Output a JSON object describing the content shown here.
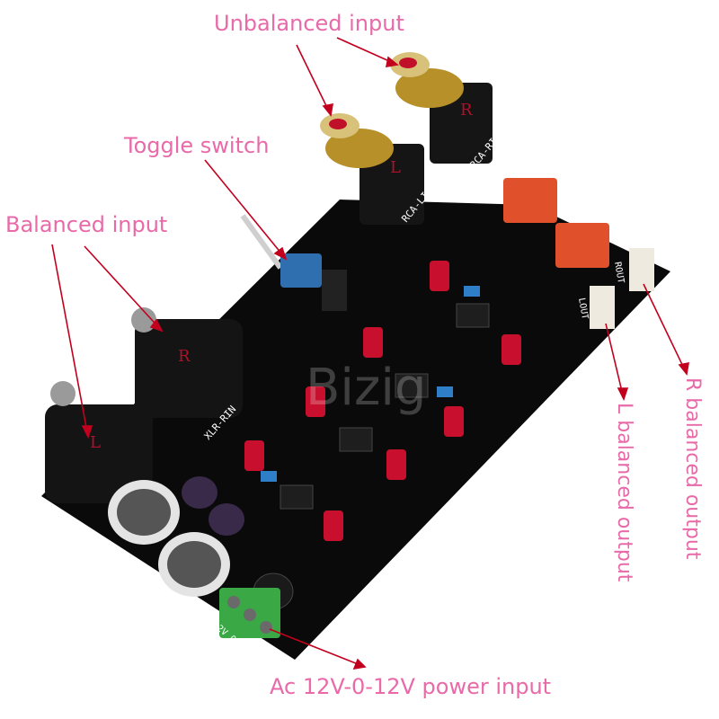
{
  "annotations": {
    "unbalanced_input": "Unbalanced input",
    "toggle_switch": "Toggle switch",
    "balanced_input": "Balanced input",
    "l_balanced_output": "L balanced output",
    "r_balanced_output": "R balanced output",
    "power_input": "Ac 12V-0-12V power input"
  },
  "board": {
    "rca_left_letter": "L",
    "rca_right_letter": "R",
    "rca_left_silk": "RCA-LIN",
    "rca_right_silk": "RCA-RIN",
    "xlr_left_letter": "L",
    "xlr_right_letter": "R",
    "xlr_silk": "XLR-RIN",
    "lout_silk": "LOUT",
    "rout_silk": "ROUT",
    "power_silk": "12V 0 12V",
    "watermark": "Bizig"
  },
  "colors": {
    "annotation": "#e86aa8",
    "pcb": "#0a0a0a",
    "relay": "#e0502a",
    "capacitor": "#c8102e",
    "terminal": "#3aa845",
    "switch": "#2f6fb0"
  }
}
